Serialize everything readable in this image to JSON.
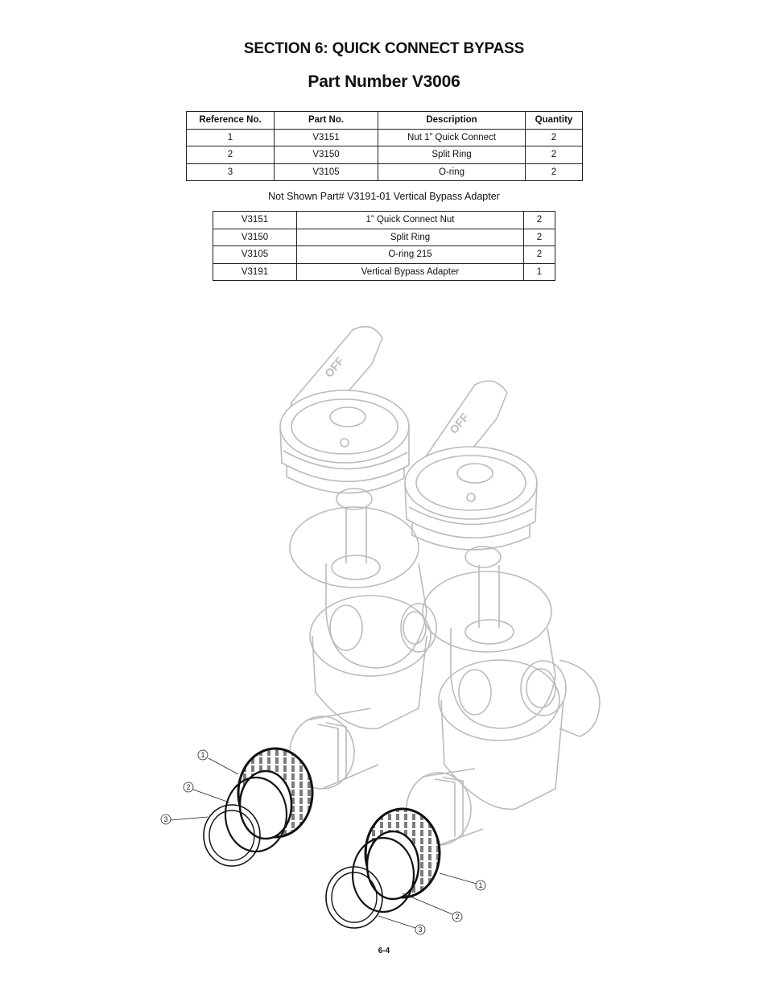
{
  "section_title": "SECTION 6: QUICK CONNECT BYPASS",
  "part_title": "Part Number V3006",
  "parts_table": {
    "headers": [
      "Reference No.",
      "Part No.",
      "Description",
      "Quantity"
    ],
    "rows": [
      [
        "1",
        "V3151",
        "Nut 1” Quick Connect",
        "2"
      ],
      [
        "2",
        "V3150",
        "Split Ring",
        "2"
      ],
      [
        "3",
        "V3105",
        "O-ring",
        "2"
      ]
    ]
  },
  "not_shown_note": "Not Shown Part# V3191-01 Vertical Bypass Adapter",
  "adapter_table": {
    "rows": [
      [
        "V3151",
        "1” Quick Connect Nut",
        "2"
      ],
      [
        "V3150",
        "Split Ring",
        "2"
      ],
      [
        "V3105",
        "O-ring 215",
        "2"
      ],
      [
        "V3191",
        "Vertical Bypass Adapter",
        "1"
      ]
    ]
  },
  "diagram": {
    "handle_labels": [
      "OFF",
      "OFF"
    ],
    "callouts_left": [
      "1",
      "2",
      "3"
    ],
    "callouts_right": [
      "1",
      "2",
      "3"
    ]
  },
  "page_number": "6-4"
}
